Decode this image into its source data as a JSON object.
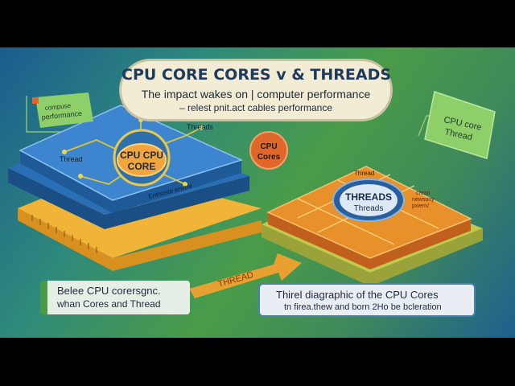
{
  "title": {
    "main": "CPU CORE CORES v & THREADS",
    "sub1": "The impact wakes on | computer performance",
    "sub2": "– relest pnit.act cables performance"
  },
  "left_tag": {
    "line1": "compuse",
    "line2": "performance"
  },
  "left_chip": {
    "threads_label": "Threads",
    "thread_label": "Thread",
    "core_line1": "CPU CPU",
    "core_line2": "CORE",
    "body_text": "Enthoste envtre"
  },
  "right_tag": {
    "line1": "CPU core",
    "line2": "Thread"
  },
  "cpu_cores_badge": {
    "line1": "CPU",
    "line2": "Cores"
  },
  "right_chip": {
    "thread_label": "Thread",
    "center_line1": "THREADS",
    "center_line2": "Threads",
    "side_text_1": "crean",
    "side_text_2": "newsony",
    "side_text_3": "pxiern/"
  },
  "thread_arrow_label": "THREAD",
  "card_left": {
    "line1": "Belee CPU corersgnc.",
    "line2": "whan Cores and Thread"
  },
  "card_right": {
    "line1": "Thirel diagraphic of the CPU Cores",
    "line2": "tn firea.thew and born 2Ho be bcleration"
  },
  "colors": {
    "background_teal": "#2f8a7a",
    "chip_blue": "#2a6fb5",
    "chip_orange": "#e8902a",
    "base_gold": "#e6a52c",
    "accent_green": "#6fb04a",
    "badge_orange": "#e0672a",
    "title_pill": "#f1ecd3"
  }
}
